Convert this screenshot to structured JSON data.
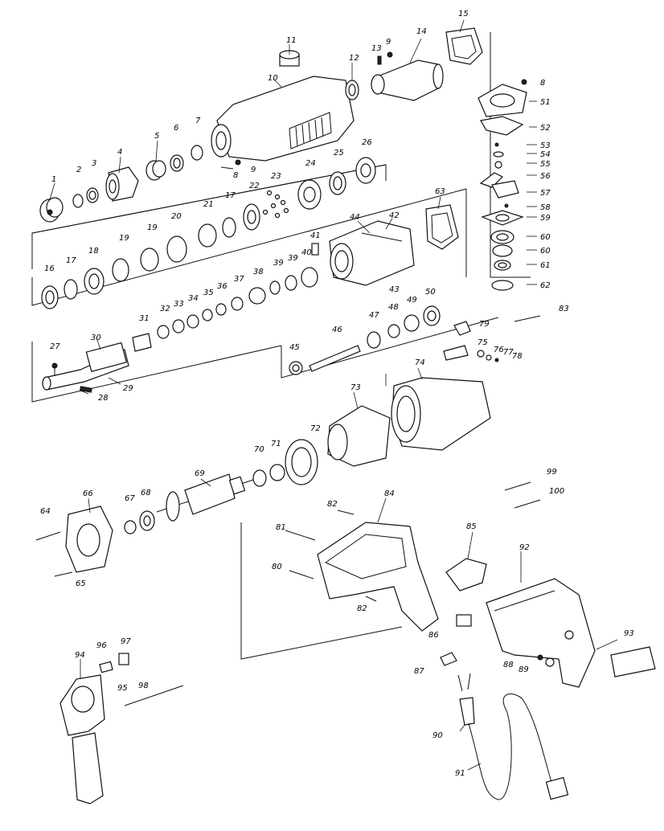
{
  "labels": [
    "1",
    "2",
    "3",
    "4",
    "5",
    "6",
    "7",
    "8",
    "9",
    "10",
    "11",
    "12",
    "13",
    "14",
    "15",
    "16",
    "17",
    "18",
    "19",
    "20",
    "21",
    "22",
    "23",
    "24",
    "25",
    "26",
    "27",
    "28",
    "29",
    "30",
    "31",
    "32",
    "33",
    "34",
    "35",
    "36",
    "37",
    "38",
    "39",
    "40",
    "41",
    "42",
    "43",
    "44",
    "45",
    "46",
    "47",
    "48",
    "49",
    "50",
    "51",
    "52",
    "53",
    "54",
    "55",
    "56",
    "57",
    "58",
    "59",
    "60",
    "61",
    "62",
    "63",
    "64",
    "65",
    "66",
    "67",
    "68",
    "69",
    "70",
    "71",
    "72",
    "73",
    "74",
    "75",
    "76",
    "77",
    "78",
    "79",
    "80",
    "81",
    "82",
    "83",
    "84",
    "85",
    "86",
    "87",
    "88",
    "89",
    "90",
    "91",
    "92",
    "93",
    "94",
    "95",
    "96",
    "97",
    "98",
    "99",
    "100"
  ]
}
